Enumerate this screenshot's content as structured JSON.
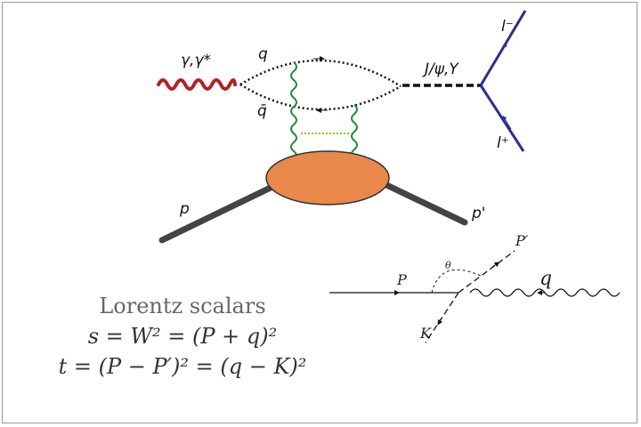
{
  "diagram": {
    "labels": {
      "photon": "γ,γ*",
      "quark": "q",
      "antiquark": "q̄",
      "meson": "J/ψ,Υ",
      "lepton_minus": "l⁻",
      "lepton_plus": "l⁺",
      "proton_in": "p",
      "proton_out": "p'"
    },
    "kinematics": {
      "P": "P",
      "P_prime": "P′",
      "theta": "θ",
      "q": "q",
      "K": "K"
    },
    "scalars": {
      "title": "Lorentz scalars",
      "s_def": "s = W² = (P + q)²",
      "t_def": "t = (P − P′)² = (q − K)²"
    },
    "colors": {
      "photon": "#b22222",
      "gluon": "#1a8a3a",
      "lepton": "#2b2f8c",
      "blob": "#e8894a",
      "proton": "#444444",
      "ladder_rung": "#88cc22"
    }
  }
}
